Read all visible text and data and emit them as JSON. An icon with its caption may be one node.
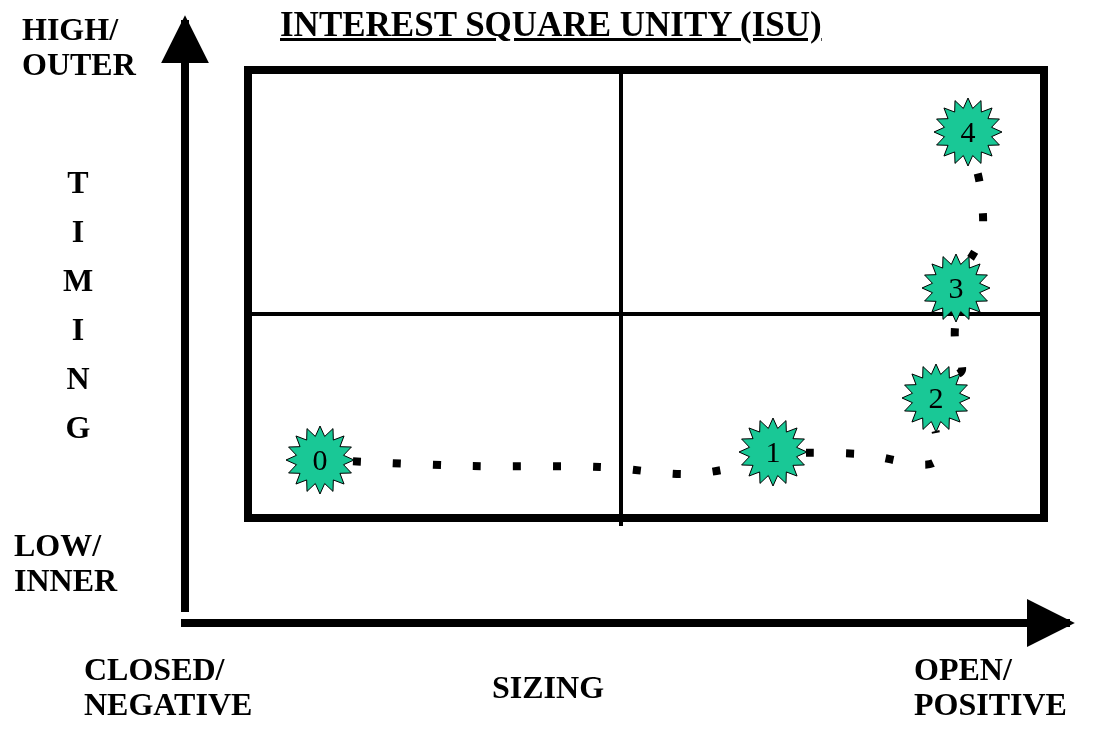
{
  "diagram": {
    "title": "INTEREST SQUARE UNITY (ISU)",
    "nodes": [
      {
        "text": [
          "0"
        ]
      },
      {
        "text": [
          "1"
        ]
      },
      {
        "text": [
          "2"
        ]
      },
      {
        "text": [
          "3"
        ]
      },
      {
        "text": [
          "4"
        ]
      }
    ],
    "edges": [
      {
        "from": 0,
        "to": 1,
        "arrow": "none",
        "style": "dashed"
      },
      {
        "from": 1,
        "to": 2,
        "arrow": "none",
        "style": "dashed"
      },
      {
        "from": 2,
        "to": 3,
        "arrow": "none",
        "style": "dashed"
      },
      {
        "from": 3,
        "to": 4,
        "arrow": "none",
        "style": "dashed"
      }
    ],
    "labels": [
      "HIGH/ OUTER",
      "TIMING",
      "LOW/ INNER",
      "CLOSED/ NEGATIVE",
      "SIZING",
      "OPEN/ POSITIVE"
    ]
  }
}
